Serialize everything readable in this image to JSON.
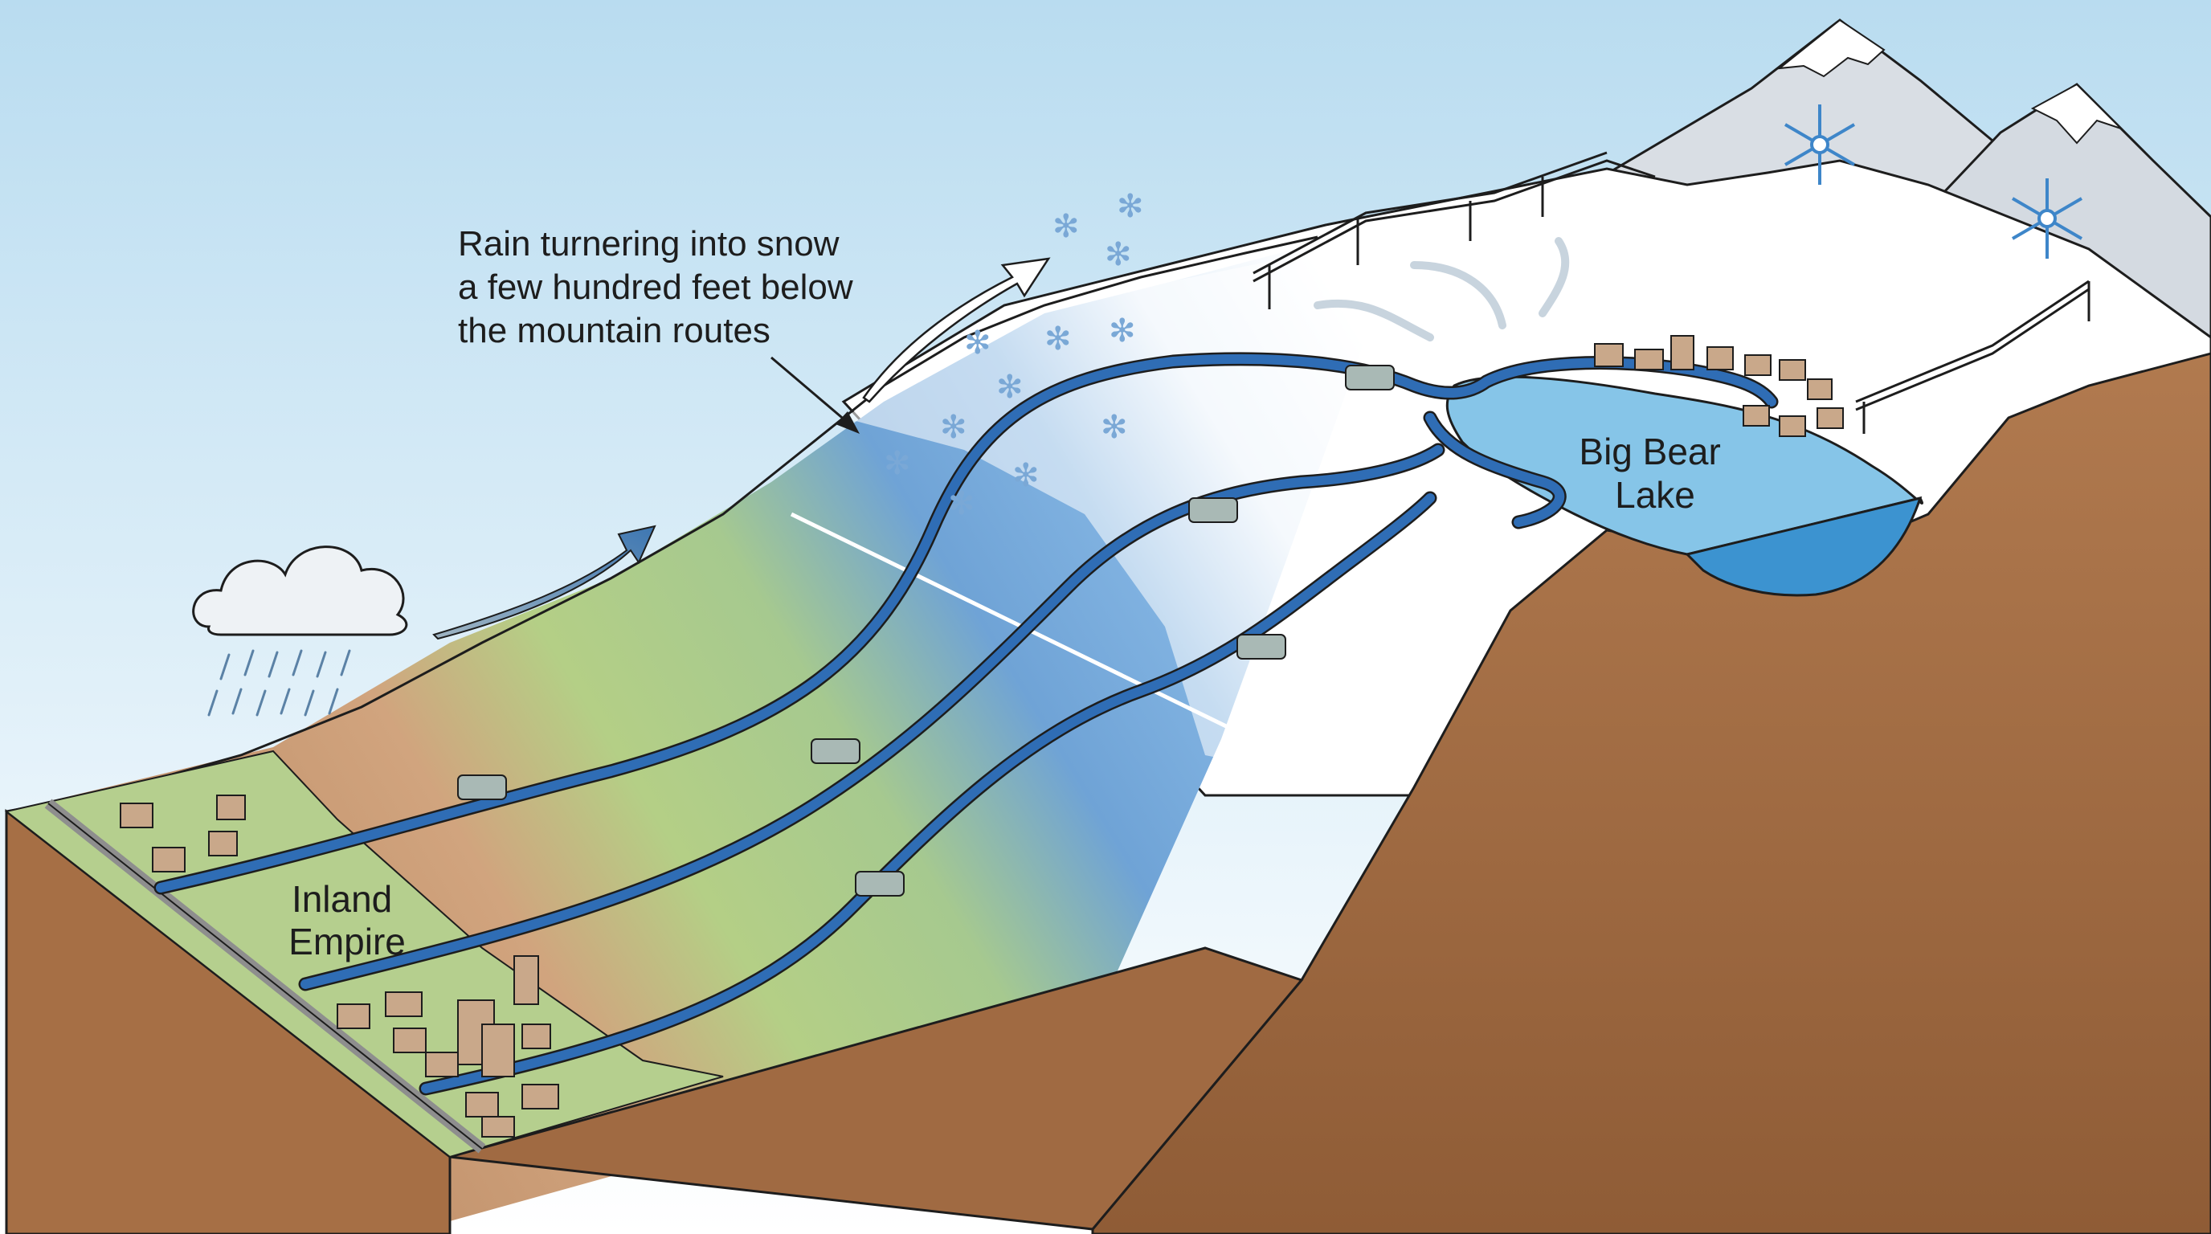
{
  "labels": {
    "callout": [
      "Rain turnering into snow",
      "a few hundred feet below",
      "the mountain routes"
    ],
    "big_bear": [
      "Big Bear",
      "Lake"
    ],
    "inland_empire": [
      "Inland",
      "Empire"
    ]
  },
  "colors": {
    "sky_top": "#b9dcf0",
    "road_blue": "#2f6db5",
    "lake_blue": "#86c5e8",
    "valley_green": "#b5cf8e",
    "dirt": "#c99a72",
    "cross_section": "#a66f45",
    "snow": "#ffffff"
  },
  "icons": [
    "rain-cloud-icon",
    "snowflake-icon",
    "car-icon",
    "house-icon",
    "ski-lift-icon"
  ]
}
